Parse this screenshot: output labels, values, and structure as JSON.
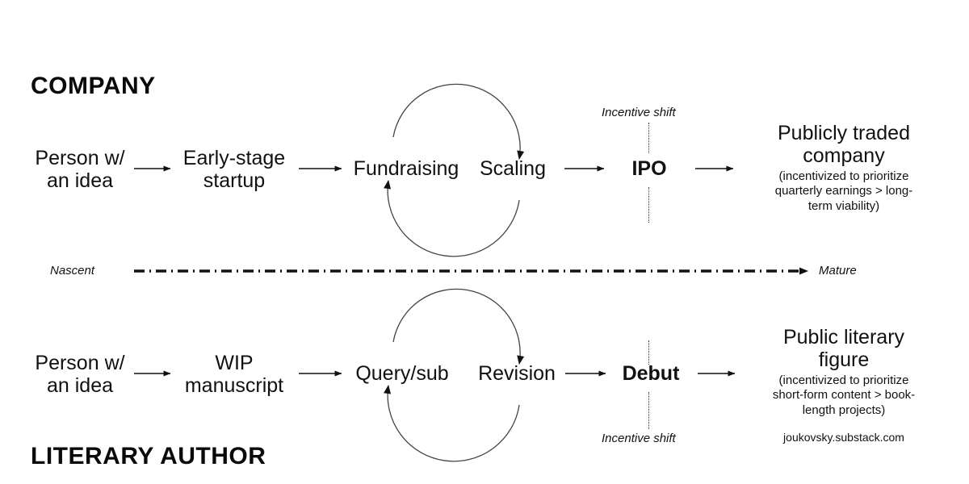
{
  "diagram": {
    "background": "#ffffff",
    "ink": "#111111",
    "credit": "joukovsky.substack.com"
  },
  "axis": {
    "left_label": "Nascent",
    "right_label": "Mature",
    "style": "dash-dot arrow"
  },
  "tracks": [
    {
      "id": "company",
      "heading": "COMPANY",
      "nodes": [
        {
          "id": "person",
          "label": "Person w/\nan idea",
          "bold": false
        },
        {
          "id": "startup",
          "label": "Early-stage\nstartup",
          "bold": false
        },
        {
          "id": "fundraising",
          "label": "Fundraising",
          "bold": false
        },
        {
          "id": "scaling",
          "label": "Scaling",
          "bold": false
        },
        {
          "id": "ipo",
          "label": "IPO",
          "bold": true
        }
      ],
      "loop": {
        "from": "Scaling",
        "to": "Fundraising",
        "type": "cycle"
      },
      "incentive_shift_label": "Incentive shift",
      "outcome": {
        "title": "Publicly traded\ncompany",
        "detail": "(incentivized to prioritize\nquarterly earnings > long-\nterm viability)"
      }
    },
    {
      "id": "literary-author",
      "heading": "LITERARY AUTHOR",
      "nodes": [
        {
          "id": "person",
          "label": "Person w/\nan idea",
          "bold": false
        },
        {
          "id": "manuscript",
          "label": "WIP\nmanuscript",
          "bold": false
        },
        {
          "id": "querysub",
          "label": "Query/sub",
          "bold": false
        },
        {
          "id": "revision",
          "label": "Revision",
          "bold": false
        },
        {
          "id": "debut",
          "label": "Debut",
          "bold": true
        }
      ],
      "loop": {
        "from": "Revision",
        "to": "Query/sub",
        "type": "cycle"
      },
      "incentive_shift_label": "Incentive shift",
      "outcome": {
        "title": "Public literary\nfigure",
        "detail": "(incentivized to prioritize\nshort-form content > book-\nlength projects)"
      }
    }
  ]
}
